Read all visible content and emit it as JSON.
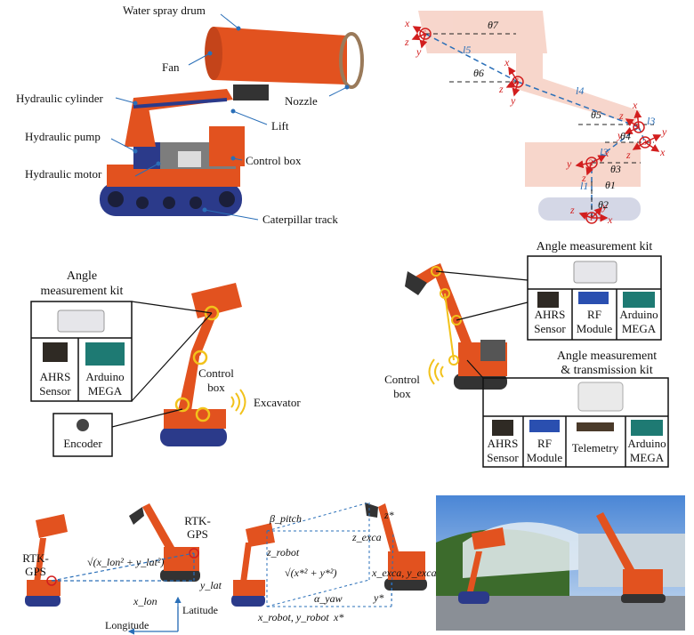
{
  "panel_a": {
    "labels": {
      "water_spray_drum": "Water spray drum",
      "fan": "Fan",
      "nozzle": "Nozzle",
      "hydraulic_cylinder": "Hydraulic cylinder",
      "lift": "Lift",
      "hydraulic_pump": "Hydraulic pump",
      "control_box": "Control box",
      "hydraulic_motor": "Hydraulic motor",
      "caterpillar_track": "Caterpillar track"
    }
  },
  "panel_b": {
    "thetas": [
      "θ1",
      "θ2",
      "θ3",
      "θ4",
      "θ5",
      "θ6",
      "θ7"
    ],
    "links": [
      "l1",
      "l2",
      "l3",
      "l4",
      "l5"
    ],
    "frames": [
      "1",
      "2",
      "3",
      "4",
      "5",
      "6"
    ],
    "axis_x": "x",
    "axis_y": "y",
    "axis_z": "z"
  },
  "panel_c": {
    "kit_title_1": "Angle",
    "kit_title_2": "measurement kit",
    "ahrs_1": "AHRS",
    "ahrs_2": "Sensor",
    "arduino_1": "Arduino",
    "arduino_2": "MEGA",
    "control_box_1": "Control",
    "control_box_2": "box",
    "excavator": "Excavator",
    "encoder": "Encoder"
  },
  "panel_d": {
    "kit_title": "Angle measurement kit",
    "ahrs_1": "AHRS",
    "ahrs_2": "Sensor",
    "rf_1": "RF",
    "rf_2": "Module",
    "arduino_1": "Arduino",
    "arduino_2": "MEGA",
    "control_box_1": "Control",
    "control_box_2": "box",
    "kit2_title_1": "Angle measurement",
    "kit2_title_2": "& transmission kit",
    "telemetry": "Telemetry"
  },
  "panel_e": {
    "rtk_1": "RTK-",
    "rtk_2": "GPS",
    "formula": "√(x_lon² + y_lat²)",
    "x_lon": "x_lon",
    "y_lat": "y_lat",
    "latitude": "Latitude",
    "longitude": "Longitude"
  },
  "panel_f": {
    "beta": "β_pitch",
    "z_robot": "z_robot",
    "z_exca": "z_exca",
    "z_star": "z*",
    "formula": "√(x*² + y*²)",
    "x_exca_y_exca": "x_exca, y_exca",
    "alpha": "α_yaw",
    "y_star": "y*",
    "x_star": "x*",
    "x_robot_y_robot": "x_robot, y_robot"
  },
  "colors": {
    "accent_blue": "#2a6fb8",
    "frame_red": "#d21e1e",
    "machine_orange": "#e2521f"
  }
}
